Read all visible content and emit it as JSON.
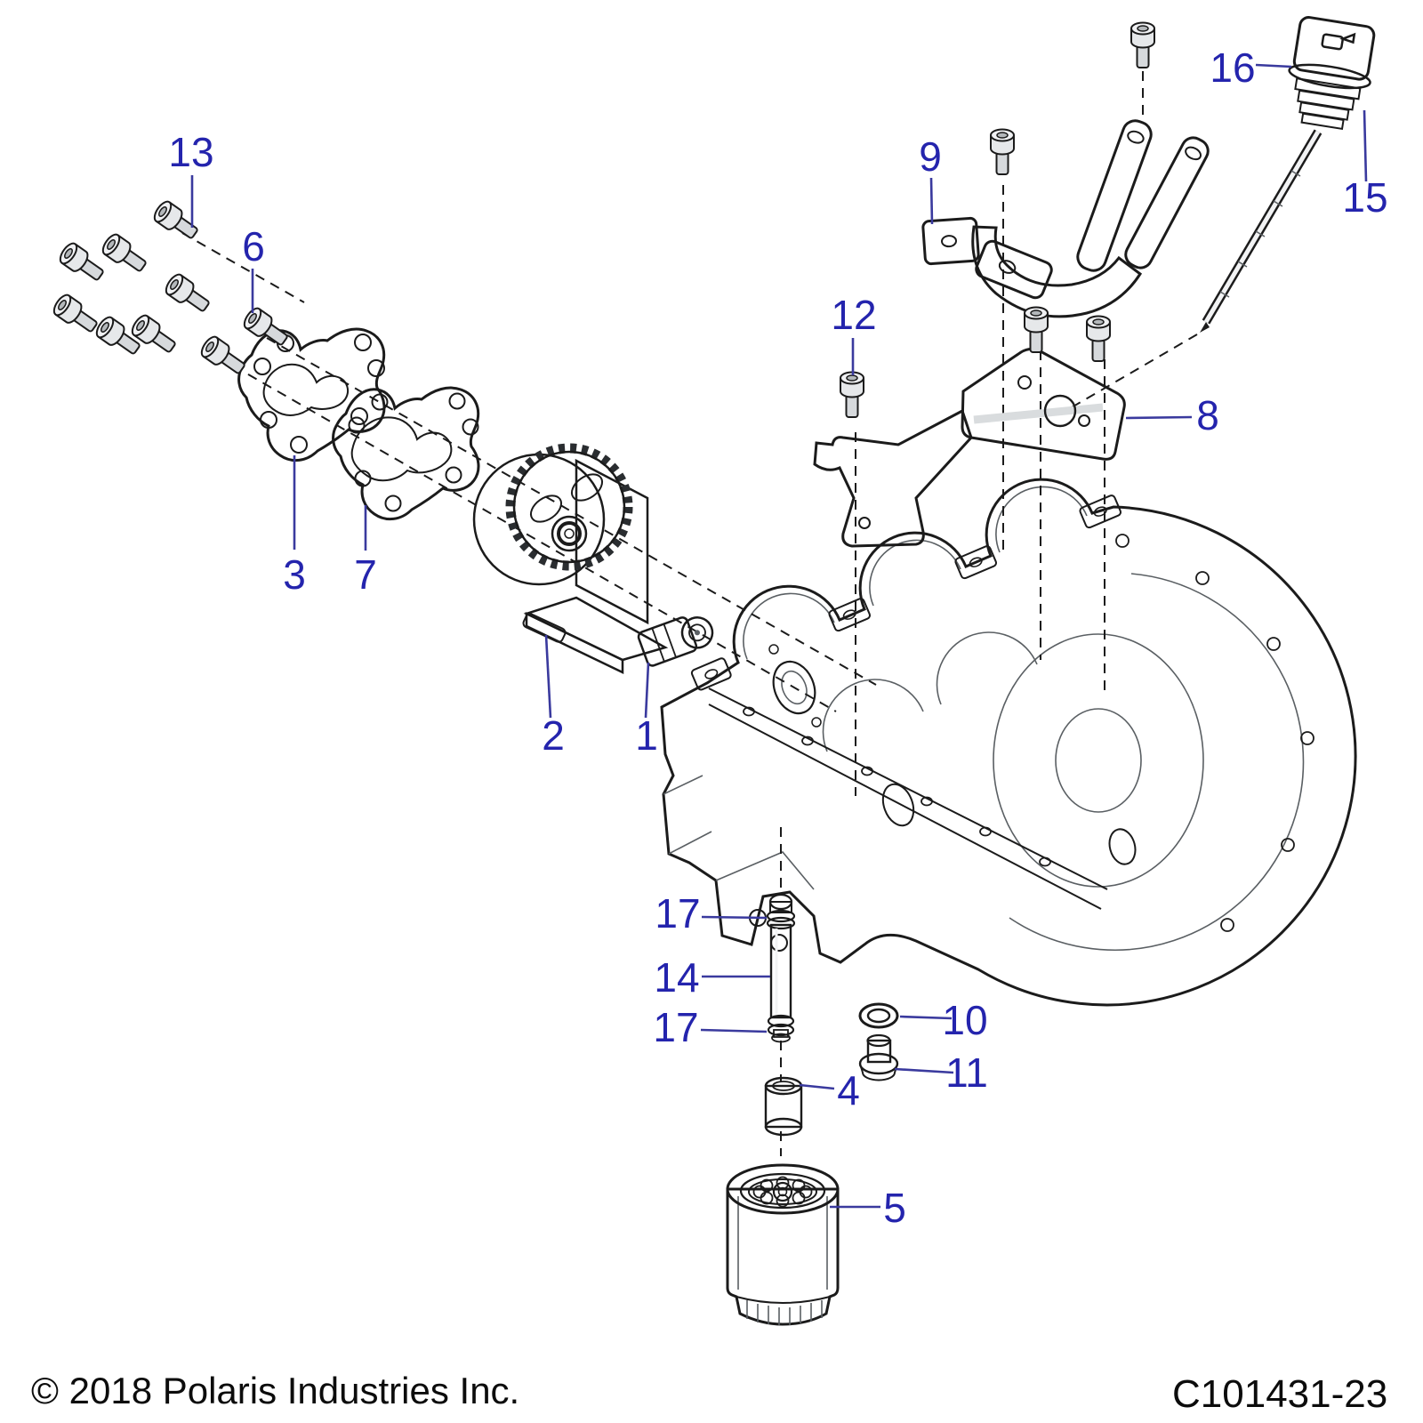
{
  "diagram": {
    "callouts": {
      "n1": "1",
      "n2": "2",
      "n3": "3",
      "n4": "4",
      "n5": "5",
      "n6": "6",
      "n7": "7",
      "n8": "8",
      "n9": "9",
      "n10": "10",
      "n11": "11",
      "n12": "12",
      "n13": "13",
      "n14": "14",
      "n15": "15",
      "n16": "16",
      "n17a": "17",
      "n17b": "17"
    },
    "footer": {
      "copyright": "© 2018 Polaris Industries Inc.",
      "drawing_code": "C101431-23"
    },
    "colors": {
      "callout_text": "#2424ad",
      "leader_line": "#3a3a9e",
      "line_art": "#1b1b1b",
      "part_shade_gray": "#b5b9be",
      "background": "#ffffff"
    }
  }
}
